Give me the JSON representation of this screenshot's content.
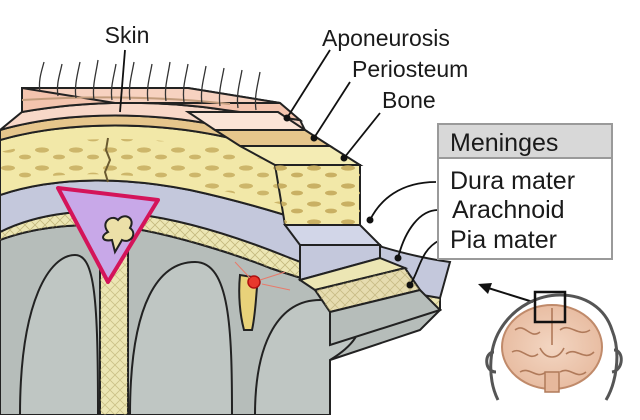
{
  "labels": {
    "skin": "Skin",
    "aponeurosis": "Aponeurosis",
    "periosteum": "Periosteum",
    "bone": "Bone"
  },
  "meninges": {
    "title": "Meninges",
    "items": [
      "Dura mater",
      "Arachnoid",
      "Pia mater"
    ]
  },
  "colors": {
    "skin": "#f4c8b4",
    "aponeurosis": "#f8d8c8",
    "periosteum": "#e8c890",
    "bone": "#f2e8a8",
    "dura_mater": "#c8cce0",
    "arachnoid": "#ece6b4",
    "pia_mater": "#e6dcb0",
    "brain": "#b8bfbc",
    "sinus": "#c8a8e8",
    "sinus_outline": "#d4145a",
    "vessel": "#e8382c"
  }
}
